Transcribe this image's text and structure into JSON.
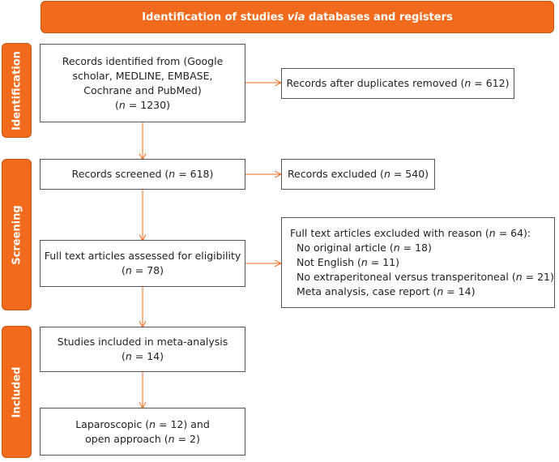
{
  "header": {
    "prefix": "Identification of studies ",
    "emph": "via",
    "suffix": " databases and registers"
  },
  "stages": {
    "identification": "Identification",
    "screening": "Screening",
    "included": "Included"
  },
  "boxes": {
    "records_identified": {
      "lines": [
        "Records identified from (Google",
        "scholar, MEDLINE, EMBASE,",
        "Cochrane and PubMed)"
      ],
      "count_prefix": "(",
      "n": "n",
      "count_suffix": " = 1230)"
    },
    "duplicates_removed": {
      "prefix": "Records after duplicates removed (",
      "n": "n",
      "suffix": " = 612)"
    },
    "records_screened": {
      "prefix": "Records screened (",
      "n": "n",
      "suffix": " = 618)"
    },
    "records_excluded": {
      "prefix": "Records excluded (",
      "n": "n",
      "suffix": " = 540)"
    },
    "fulltext_assessed": {
      "line1": "Full text articles assessed for eligibility",
      "count_prefix": "(",
      "n": "n",
      "count_suffix": " = 78)"
    },
    "fulltext_excluded": {
      "heading_prefix": "Full text articles excluded with reason (",
      "heading_n": "n",
      "heading_suffix": " = 64):",
      "items": [
        {
          "prefix": "No original article (",
          "n": "n",
          "suffix": " = 18)"
        },
        {
          "prefix": "Not English (",
          "n": "n",
          "suffix": " = 11)"
        },
        {
          "prefix": "No extraperitoneal versus transperitoneal (",
          "n": "n",
          "suffix": " = 21)"
        },
        {
          "prefix": "Meta analysis, case report (",
          "n": "n",
          "suffix": " = 14)"
        }
      ]
    },
    "studies_included": {
      "line1": "Studies included in meta-analysis",
      "count_prefix": "(",
      "n": "n",
      "count_suffix": " = 14)"
    },
    "approach": {
      "line1_prefix": "Laparoscopic (",
      "line1_n": "n",
      "line1_suffix": " = 12) and",
      "line2_prefix": "open approach (",
      "line2_n": "n",
      "line2_suffix": " = 2)"
    }
  },
  "colors": {
    "accent": "#f26a1b",
    "arrow": "#f26a1b",
    "box_border": "#555555"
  }
}
